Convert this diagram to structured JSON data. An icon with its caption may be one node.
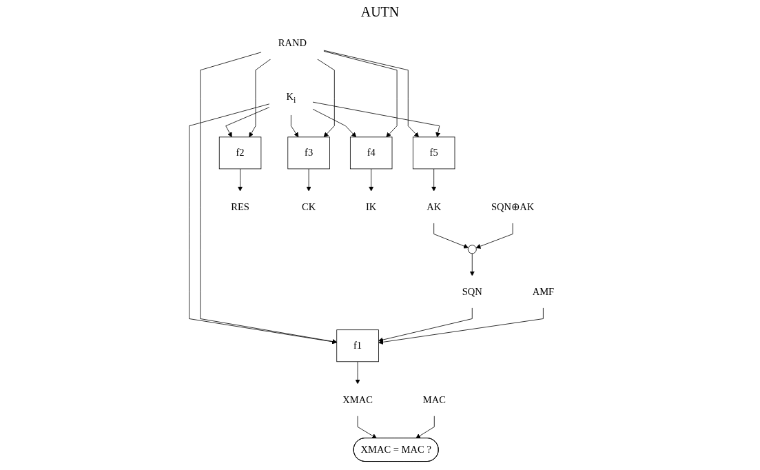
{
  "diagram": {
    "nodes": [
      {
        "text": [
          "RAND"
        ]
      },
      {
        "text": [
          "SQN⊕AK"
        ]
      },
      {
        "text": [
          "AMF"
        ]
      },
      {
        "text": [
          "MAC"
        ]
      },
      {
        "text": [
          "K$_{i}$"
        ]
      },
      {
        "text": [
          "f5"
        ]
      },
      {
        "text": [
          "AK"
        ]
      },
      {
        "text": [],
        "shape": "circle"
      },
      {
        "text": [
          "SQN"
        ]
      },
      {
        "text": [
          "f1"
        ]
      },
      {
        "text": [
          "f2"
        ]
      },
      {
        "text": [
          "f3"
        ]
      },
      {
        "text": [
          "f4"
        ]
      },
      {
        "text": [
          "XMAC"
        ]
      },
      {
        "text": [
          "RES"
        ]
      },
      {
        "text": [
          "CK"
        ]
      },
      {
        "text": [
          "IK"
        ]
      },
      {
        "text": [
          "XMAC = MAC ?"
        ]
      }
    ],
    "edges": [
      {
        "from": 0,
        "to": 5,
        "arrow": "to"
      },
      {
        "from": 4,
        "to": 5,
        "arrow": "to"
      },
      {
        "from": 5,
        "to": 6,
        "arrow": "to"
      },
      {
        "from": 6,
        "to": 7,
        "arrow": "to"
      },
      {
        "from": 1,
        "to": 7,
        "arrow": "to"
      },
      {
        "from": 7,
        "to": 8,
        "arrow": "to"
      },
      {
        "from": 4,
        "to": 9,
        "arrow": "to"
      },
      {
        "from": 4,
        "to": 10,
        "arrow": "to"
      },
      {
        "from": 4,
        "to": 11,
        "arrow": "to"
      },
      {
        "from": 4,
        "to": 12,
        "arrow": "to"
      },
      {
        "from": 0,
        "to": 9,
        "arrow": "to"
      },
      {
        "from": 0,
        "to": 10,
        "arrow": "to"
      },
      {
        "from": 0,
        "to": 11,
        "arrow": "to"
      },
      {
        "from": 0,
        "to": 12,
        "arrow": "to"
      },
      {
        "from": 8,
        "to": 9,
        "arrow": "to"
      },
      {
        "from": 2,
        "to": 9,
        "arrow": "to"
      },
      {
        "from": 9,
        "to": 13,
        "arrow": "to"
      },
      {
        "from": 13,
        "to": 17,
        "arrow": "to"
      },
      {
        "from": 3,
        "to": 17,
        "arrow": "to"
      },
      {
        "from": 10,
        "to": 14,
        "arrow": "to"
      },
      {
        "from": 11,
        "to": 15,
        "arrow": "to"
      },
      {
        "from": 12,
        "to": 16,
        "arrow": "to"
      }
    ],
    "labels": [
      "AUTN"
    ]
  }
}
